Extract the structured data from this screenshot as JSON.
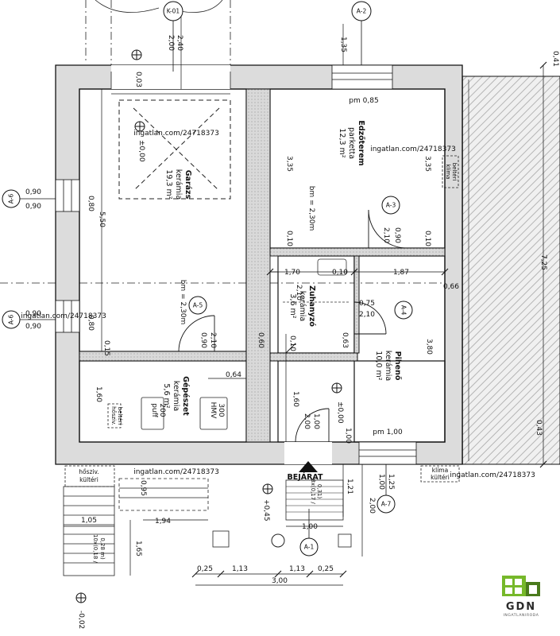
{
  "rooms": {
    "garage": {
      "name": "Garázs",
      "floor": "kerámia",
      "area": "19,3 m²",
      "height": "bm = 2,30m"
    },
    "gym": {
      "name": "Edzőterem",
      "floor": "parketta",
      "area": "12,3 m²",
      "height": "bm = 2,30m"
    },
    "shower": {
      "name": "Zuhanyzó",
      "floor": "kerámia",
      "area": "3,6 m²"
    },
    "landing": {
      "name": "Pihenő",
      "floor": "kerámia",
      "area": "10,0 m²"
    },
    "mechanical": {
      "name": "Gépészet",
      "floor": "kerámia",
      "area": "5,6 m²"
    }
  },
  "labels": {
    "entrance": "BEJÁRAT",
    "puff": "puff",
    "puff_value": "200",
    "hmv": "HMV",
    "hmv_value": "300",
    "pm_top": "pm 0,85",
    "pm_bottom": "pm 1,00",
    "level_garage": "±0,00",
    "level_landing": "±0,00",
    "level_entry": "+0,45",
    "level_bottom": "-0,02",
    "klima_top_1": "klíma",
    "klima_top_2": "beltéri",
    "klima_bottom_1": "klíma",
    "klima_bottom_2": "kültéri",
    "hoszivattyu_top_1": "hősziv.",
    "hoszivattyu_top_2": "beltéri",
    "hoszivattyu_bottom_1": "hősziv.",
    "hoszivattyu_bottom_2": "kültéri",
    "watermark_1": "ingatlan.com/24718373",
    "watermark_2": "ingatlan.com/24718373",
    "watermark_3": "ingatlan.com/24718373",
    "watermark_4": "ingatlan.com/24718373",
    "watermark_5": "ingatlan.com/24718373",
    "stairs_text_1": "8x(0,17 /",
    "stairs_text_2": "0,31)",
    "stairs_left_text_1": "10x(0,18 /",
    "stairs_left_text_2": "0,28 m)"
  },
  "bubbles": {
    "k01": "K-01",
    "a2": "A-2",
    "a3": "A-3",
    "a4": "A-4",
    "a5": "A-5",
    "a6_top": "A-6",
    "a6_bottom": "A-6",
    "a7": "A-7",
    "a1": "A-1"
  },
  "dimensions": {
    "d_240": "2,40",
    "d_200_top": "2,00",
    "d_003": "0,03",
    "d_135": "1,35",
    "d_041": "0,41",
    "d_335_left": "3,35",
    "d_335_right": "3,35",
    "d_550": "5,50",
    "d_090_1": "0,90",
    "d_090_2": "0,90",
    "d_090_3": "0,90",
    "d_090_4": "0,90",
    "d_080_1": "0,80",
    "d_080_2": "0,80",
    "d_010_1": "0,10",
    "d_010_2": "0,10",
    "d_010_3": "0,10",
    "d_010_4": "0,10",
    "d_170": "1,70",
    "d_187": "1,87",
    "d_066": "0,66",
    "d_210_1": "2,10",
    "d_210_2": "2,10",
    "d_210_3": "2,10",
    "d_210_4": "2,10",
    "d_090_door1": "0,90",
    "d_090_door2": "0,90",
    "d_075": "0,75",
    "d_060": "0,60",
    "d_063": "0,63",
    "d_015": "0,15",
    "d_064": "0,64",
    "d_160_1": "1,60",
    "d_160_2": "1,60",
    "d_725": "7,25",
    "d_380": "3,80",
    "d_043": "0,43",
    "d_100_1": "1,00",
    "d_100_2": "1,00",
    "d_100_3": "1,00",
    "d_100_4": "1,00",
    "d_125": "1,25",
    "d_121": "1,21",
    "d_200_bottom": "2,00",
    "d_095": "0,95",
    "d_105": "1,05",
    "d_194": "1,94",
    "d_165": "1,65",
    "d_025_1": "0,25",
    "d_113_1": "1,13",
    "d_113_2": "1,13",
    "d_025_2": "0,25",
    "d_300": "3,00"
  },
  "logo": {
    "title": "GDN",
    "subtitle": "INGATLANIRODA"
  },
  "colors": {
    "logo_green": "#76b82a",
    "logo_dark": "#4a7a1c"
  }
}
